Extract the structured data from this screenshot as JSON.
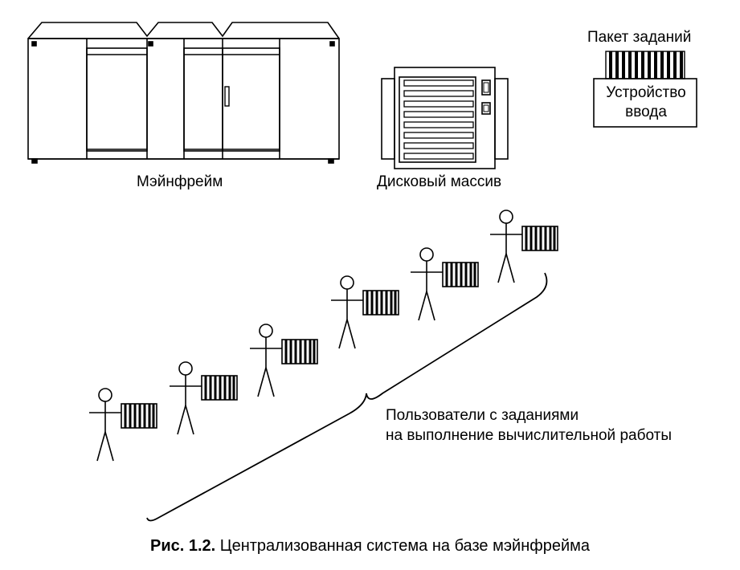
{
  "diagram": {
    "mainframe_label": "Мэйнфрейм",
    "disk_array_label": "Дисковый массив",
    "job_packet_label": "Пакет заданий",
    "input_device_label_line1": "Устройство",
    "input_device_label_line2": "ввода",
    "users_label_line1": "Пользователи с заданиями",
    "users_label_line2": "на выполнение вычислительной работы"
  },
  "caption": {
    "prefix": "Рис. 1.2.",
    "text": " Централизованная система на базе мэйнфрейма"
  },
  "icons": {
    "user": "stick-figure-user-icon",
    "job": "punch-card-deck-icon"
  }
}
